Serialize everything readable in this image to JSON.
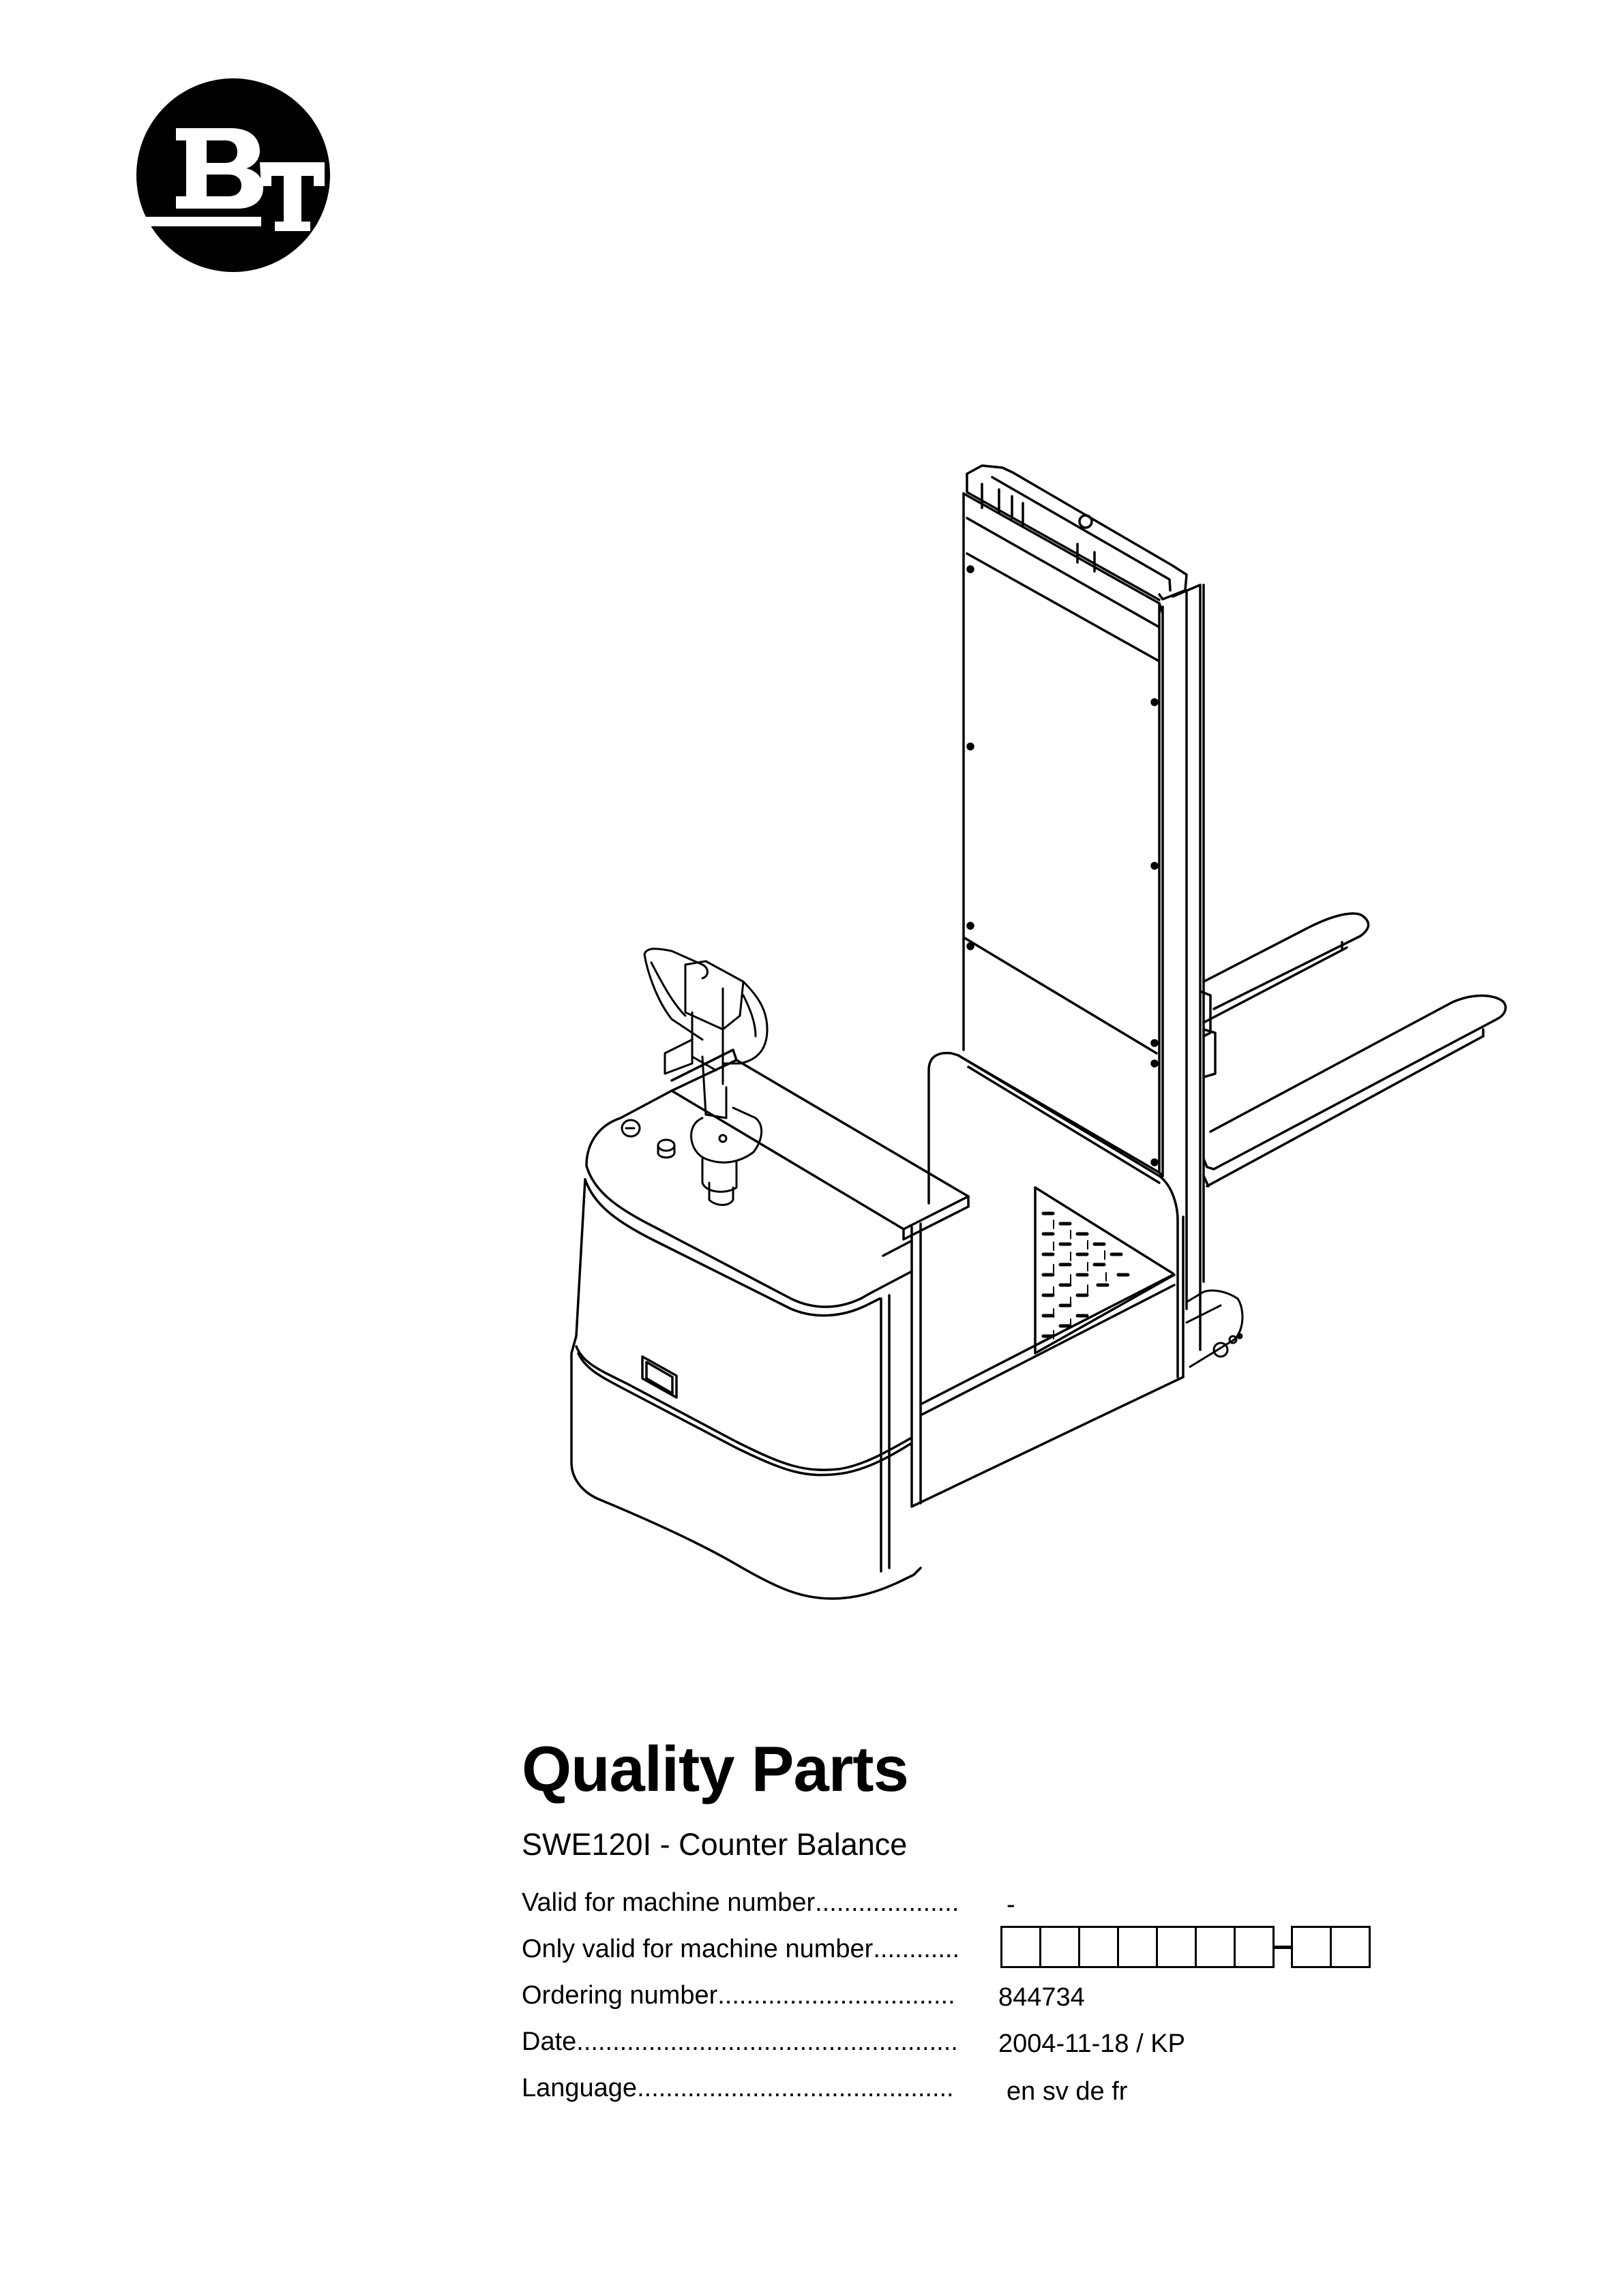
{
  "logo": {
    "text": "BT",
    "name": "bt-logo"
  },
  "document": {
    "title": "Quality Parts",
    "subtitle": "SWE120I - Counter Balance",
    "fields": [
      {
        "label": "Valid for machine number",
        "dots": "....................",
        "value": "-"
      },
      {
        "label": "Only valid for machine number",
        "dots": "............",
        "value": ""
      },
      {
        "label": "Ordering number ",
        "dots": ".................................",
        "value": "844734"
      },
      {
        "label": "Date",
        "dots": ".....................................................",
        "value": "2004-11-18 / KP"
      },
      {
        "label": "Language",
        "dots": "............................................",
        "value": "en sv de fr"
      }
    ],
    "machine_number_boxes": {
      "main_count": 7,
      "suffix_count": 2,
      "separator": "-"
    }
  },
  "illustration": {
    "subject": "electric pallet stacker, counter balance, isometric line drawing"
  }
}
